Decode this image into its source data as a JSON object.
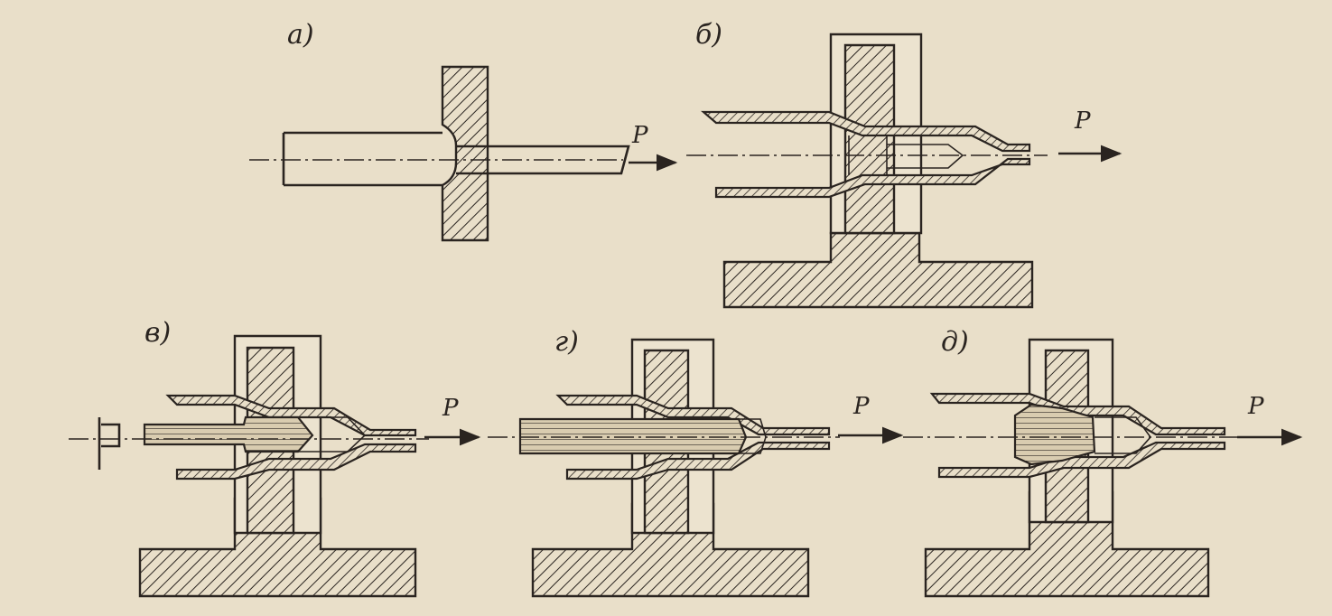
{
  "labels": {
    "a": "а)",
    "b": "б)",
    "v": "в)",
    "g": "г)",
    "d": "д)"
  },
  "force": "P",
  "colors": {
    "paper": "#e9dfc9",
    "ink": "#2a2420"
  }
}
